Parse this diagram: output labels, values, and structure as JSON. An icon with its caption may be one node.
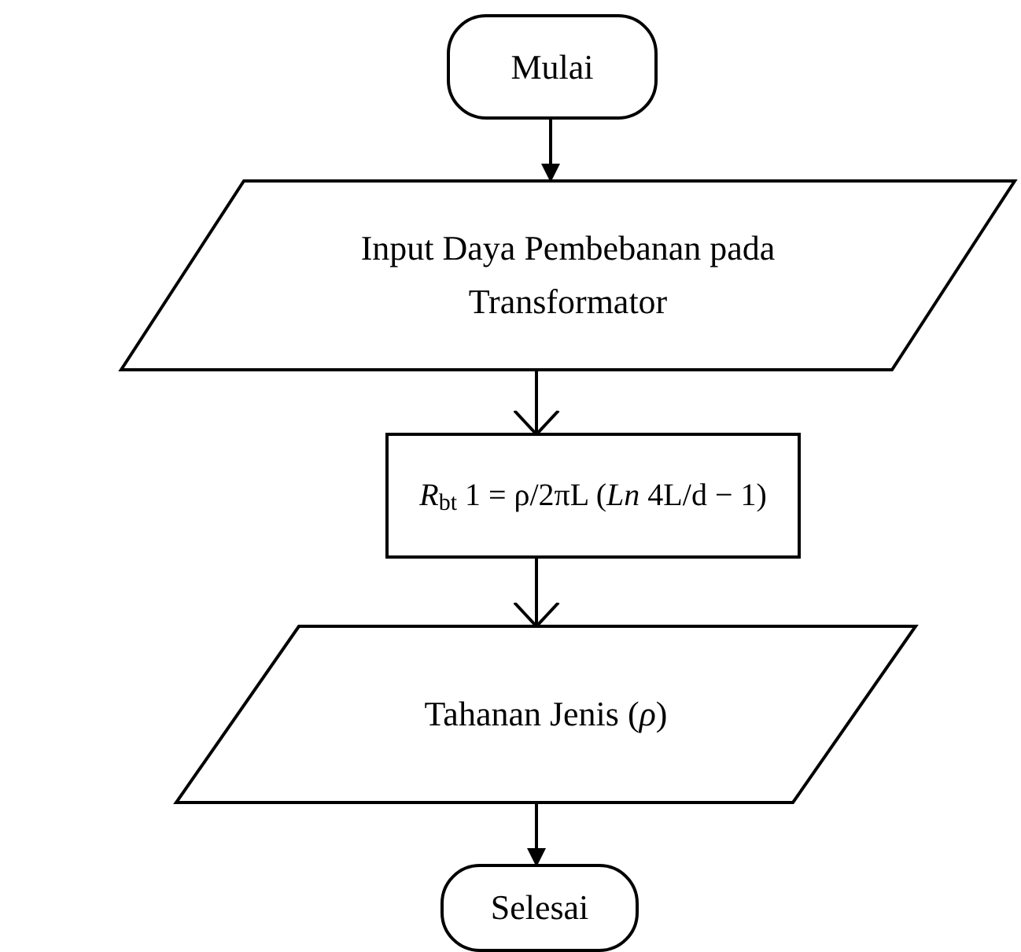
{
  "diagram": {
    "nodes": [
      {
        "text": [
          "Mulai"
        ]
      },
      {
        "text": [
          "Input Daya Pembebanan pada Transformator"
        ]
      },
      {
        "text": [
          "*R*$_{bt}$ 1 = ρ/2πL (*Ln* 4L/d − 1)"
        ]
      },
      {
        "text": [
          "Tahanan Jenis (*ρ*)"
        ]
      },
      {
        "text": [
          "Selesai"
        ]
      }
    ],
    "edges": [
      {
        "from": 0,
        "to": 1,
        "arrow": "to"
      },
      {
        "from": 1,
        "to": 2,
        "arrow": "to"
      },
      {
        "from": 2,
        "to": 3,
        "arrow": "to"
      },
      {
        "from": 3,
        "to": 4,
        "arrow": "to"
      }
    ]
  }
}
